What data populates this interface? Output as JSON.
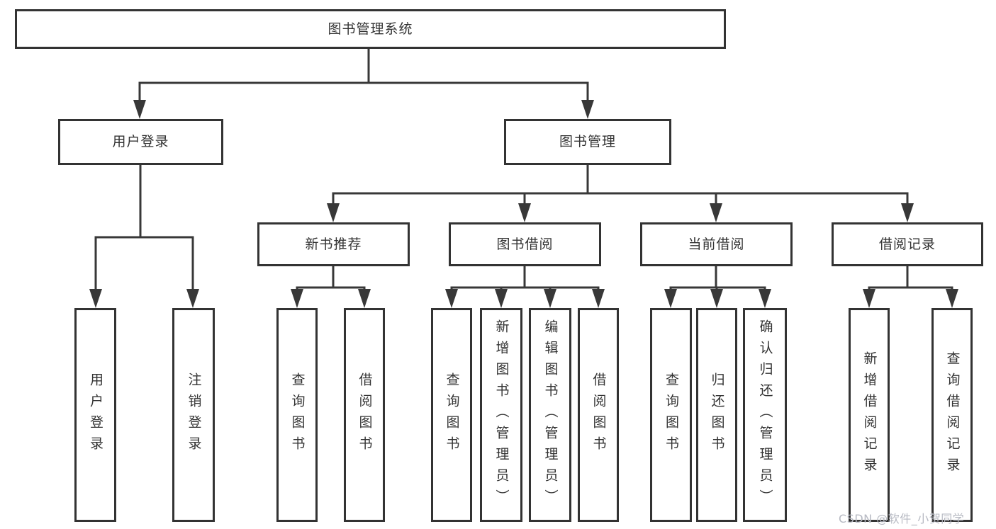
{
  "colors": {
    "line": "#383838",
    "box_border": "#333333",
    "text": "#333333",
    "watermark": "#b6b9c2",
    "background": "#ffffff"
  },
  "tree": {
    "root": {
      "label": "图书管理系统",
      "children": [
        {
          "label": "用户登录",
          "children": [
            {
              "label": "用户登录"
            },
            {
              "label": "注销登录"
            }
          ]
        },
        {
          "label": "图书管理",
          "children": [
            {
              "label": "新书推荐",
              "children": [
                {
                  "label": "查询图书"
                },
                {
                  "label": "借阅图书"
                }
              ]
            },
            {
              "label": "图书借阅",
              "children": [
                {
                  "label": "查询图书"
                },
                {
                  "label": "新增图书（管理员）"
                },
                {
                  "label": "编辑图书（管理员）"
                },
                {
                  "label": "借阅图书"
                }
              ]
            },
            {
              "label": "当前借阅",
              "children": [
                {
                  "label": "查询图书"
                },
                {
                  "label": "归还图书"
                },
                {
                  "label": "确认归还（管理员）"
                }
              ]
            },
            {
              "label": "借阅记录",
              "children": [
                {
                  "label": "新增借阅记录"
                },
                {
                  "label": "查询借阅记录"
                }
              ]
            }
          ]
        }
      ]
    }
  },
  "watermark": {
    "text": "CSDN @软件_小贺同学"
  }
}
